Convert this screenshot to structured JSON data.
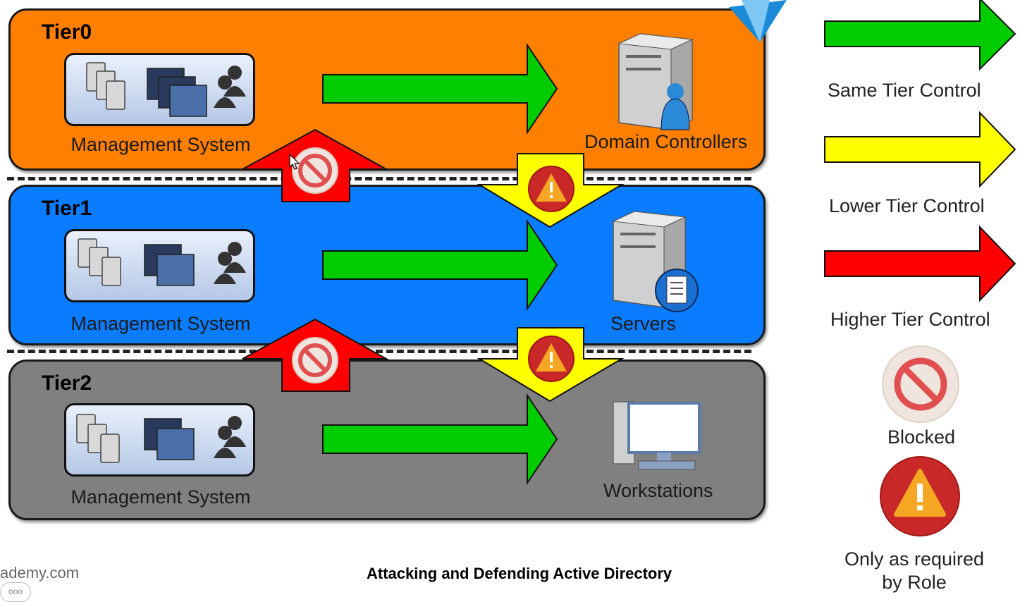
{
  "tiers": [
    {
      "title": "Tier0",
      "mgmt_label": "Management System",
      "node_label": "Domain Controllers",
      "node_icon": "domain-controller-icon"
    },
    {
      "title": "Tier1",
      "mgmt_label": "Management System",
      "node_label": "Servers",
      "node_icon": "server-icon"
    },
    {
      "title": "Tier2",
      "mgmt_label": "Management System",
      "node_label": "Workstations",
      "node_icon": "workstation-icon"
    }
  ],
  "legend": {
    "same_tier": "Same Tier Control",
    "lower_tier": "Lower Tier Control",
    "higher_tier": "Higher Tier Control",
    "blocked": "Blocked",
    "only_required_line1": "Only as required",
    "only_required_line2": "by Role"
  },
  "colors": {
    "tier0": "#ff8000",
    "tier1": "#0a7cff",
    "tier2": "#808080",
    "same_tier_arrow": "#00cc00",
    "lower_tier_arrow": "#ffff00",
    "higher_tier_arrow": "#ff0000"
  },
  "footer": {
    "site": "ademy.com",
    "title": "Attacking and Defending Active Directory",
    "dots": "ooo"
  }
}
